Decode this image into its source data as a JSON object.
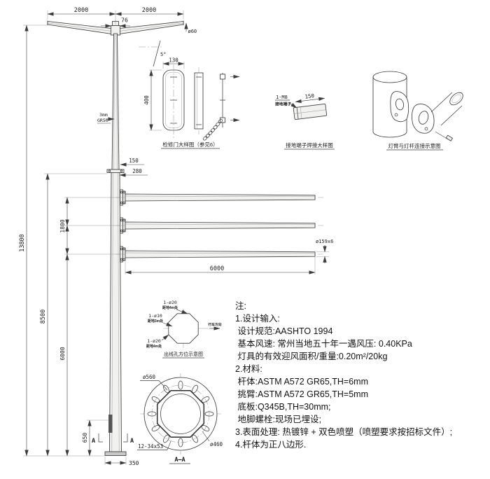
{
  "elevation": {
    "dim_arm_left": "2000",
    "dim_arm_right": "2000",
    "dim_top_width": "76",
    "tip_dia_label": "ø60",
    "tilt_label": "5°",
    "wall_label_line1": "3mm",
    "wall_label_line2": "GR50",
    "dim_joint_overlap": "150",
    "dim_joint_width": "280",
    "dim_total_height": "13800",
    "dim_upper": "8500",
    "dim_arm_spacing": "1800",
    "dim_lower": "6000",
    "dim_door_height": "650",
    "dim_base_width": "350",
    "dim_arm_length": "6000",
    "arm_pipe_label": "ø159x6",
    "section_mark": "A"
  },
  "door_detail": {
    "dim_width": "130",
    "dim_height": "400",
    "caption": "检修门大样图（参见6）"
  },
  "ground_detail": {
    "bolt_label": "1-M8",
    "bolt_note": "接地端子",
    "dim_length": "150",
    "caption": "接地端子焊接大样图"
  },
  "clamp_detail": {
    "caption": "灯臂与灯杆连接示意图"
  },
  "octagon_detail": {
    "hole_top": "1-ø20",
    "hole_top_note": "距地4m处",
    "hole_left": "1-ø10",
    "hole_left_note": "距地3m处",
    "hole_bottom": "1-ø20",
    "hole_bottom_note": "距地4m处",
    "direction_label": "行车方向",
    "caption": "出线孔方位示意图"
  },
  "flange_detail": {
    "dim_outer": "ø560",
    "dim_bolt_circle": "ø460",
    "slot_label": "12-34x53",
    "title": "A—A"
  },
  "notes": {
    "lines": [
      "注:",
      "1.设计输入:",
      " 设计规范:AASHTO 1994",
      " 基本风速: 常州当地五十年一遇风压: 0.40KPa",
      " 灯具的有效迎风面积/重量:0.20m²/20kg",
      "2.材料:",
      " 杆体:ASTM A572 GR65,TH=6mm",
      " 挑臂:ASTM A572 GR65,TH=5mm",
      " 底板:Q345B,TH=30mm;",
      " 地脚螺栓:现场已埋设;",
      "3.表面处理: 热镀锌 + 双色喷塑（喷塑要求按招标文件）;",
      "4.杆体为正八边形."
    ]
  }
}
